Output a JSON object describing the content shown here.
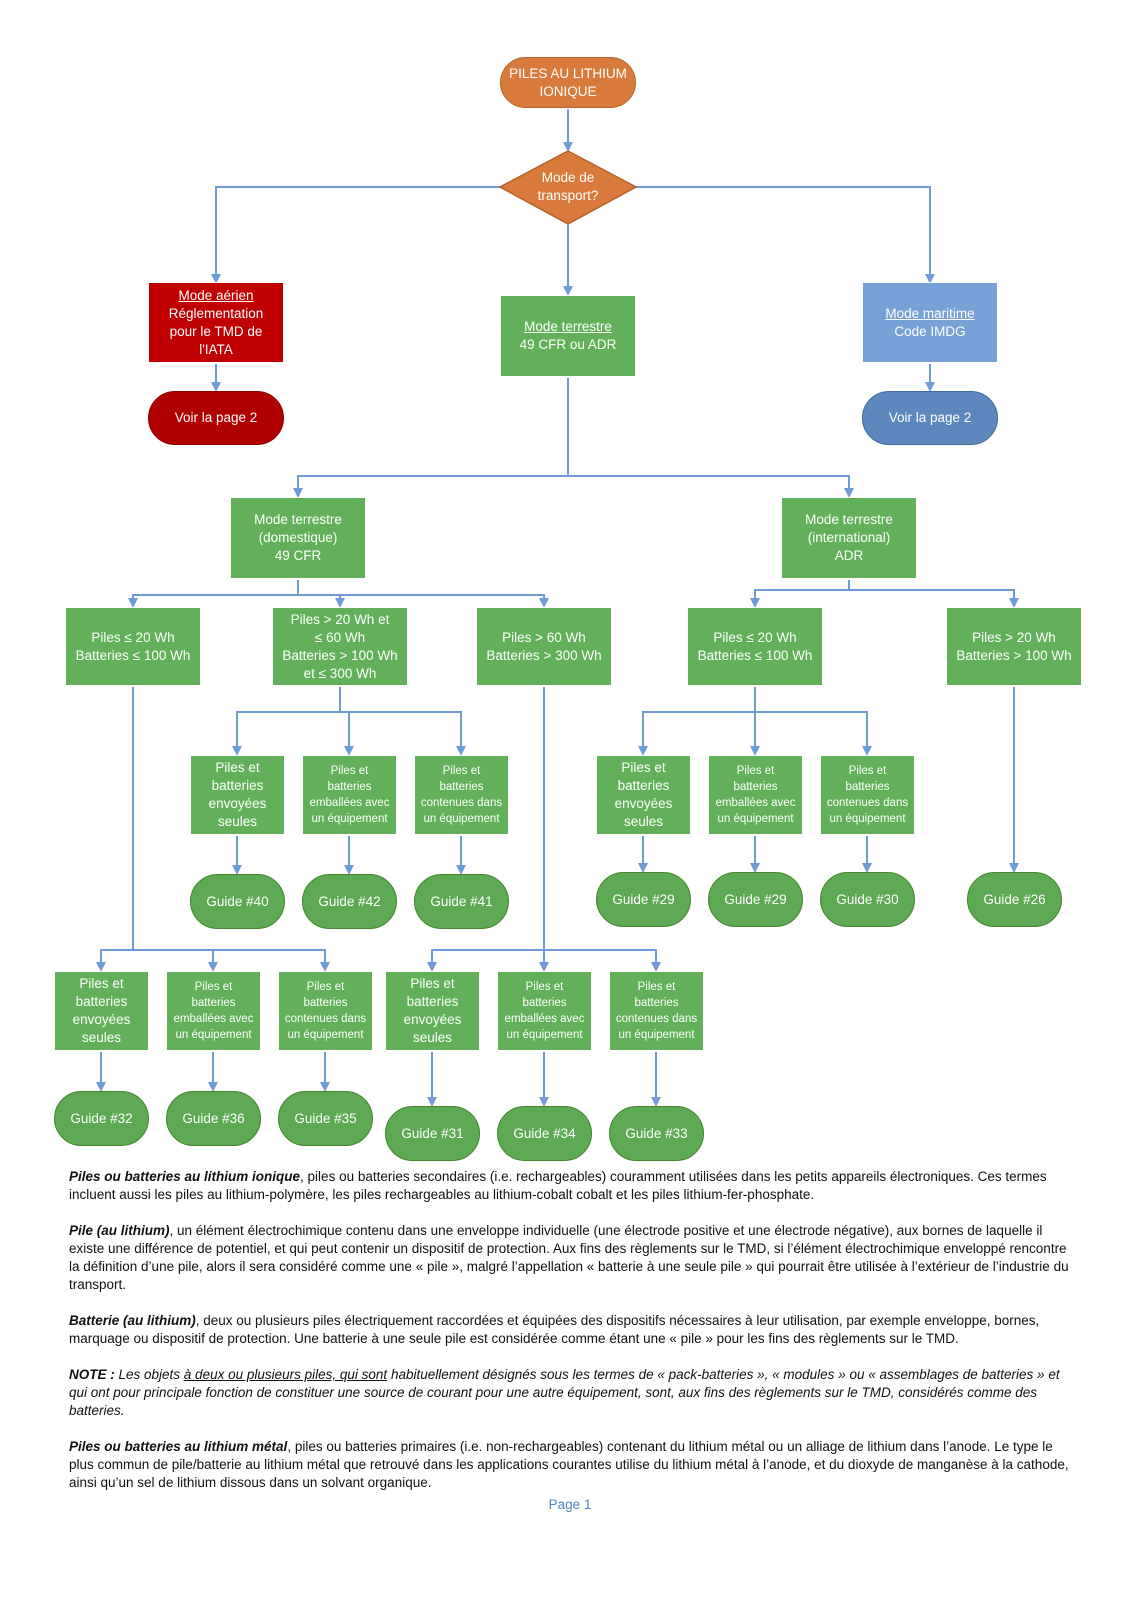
{
  "nodes": {
    "root": "PILES AU LITHIUM\nIONIQUE",
    "decision": "Mode de\ntransport?",
    "air_title": "Mode aérien",
    "air_body": "Réglementation\npour le TMD de\nl'IATA",
    "air_link": "Voir la page 2",
    "land_title": "Mode terrestre",
    "land_body": "49 CFR ou ADR",
    "sea_title": "Mode maritime",
    "sea_body": "Code IMDG",
    "sea_link": "Voir la page 2",
    "dom": "Mode terrestre\n(domestique)\n49 CFR",
    "intl": "Mode terrestre\n(international)\nADR",
    "d_small": "Piles ≤ 20 Wh\nBatteries ≤ 100 Wh",
    "d_mid": "Piles > 20 Wh et\n≤ 60 Wh\nBatteries  > 100 Wh\net ≤ 300 Wh",
    "d_large": "Piles > 60 Wh\nBatteries > 300 Wh",
    "i_small": "Piles ≤ 20 Wh\nBatteries ≤ 100 Wh",
    "i_large": "Piles > 20 Wh\nBatteries > 100 Wh",
    "alone": "Piles et\nbatteries\nenvoyées\nseules",
    "packed": "Piles et\nbatteries\nemballées avec\nun équipement",
    "contained": "Piles et\nbatteries\ncontenues dans\nun équipement",
    "g40": "Guide #40",
    "g42": "Guide #42",
    "g41": "Guide #41",
    "g29a": "Guide #29",
    "g29b": "Guide #29",
    "g30": "Guide #30",
    "g26": "Guide #26",
    "g32": "Guide #32",
    "g36": "Guide #36",
    "g35": "Guide #35",
    "g31": "Guide #31",
    "g34": "Guide #34",
    "g33": "Guide #33"
  },
  "definitions": {
    "p1_term": "Piles ou batteries au lithium ionique",
    "p1_text": ", piles ou batteries secondaires (i.e. rechargeables) couramment utilisées dans les petits appareils électroniques. Ces termes incluent aussi les piles au lithium-polymère, les piles rechargeables au lithium-cobalt cobalt et les piles lithium-fer-phosphate.",
    "p2_term": "Pile (au lithium)",
    "p2_text": ", un élément électrochimique contenu dans une enveloppe individuelle (une électrode positive et une électrode négative), aux bornes de laquelle il existe une différence de potentiel, et qui peut contenir un dispositif de protection. Aux fins des règlements sur le TMD, si l’élément électrochimique enveloppé rencontre la définition d’une pile, alors il sera considéré comme une « pile », malgré l’appellation « batterie à une seule pile » qui pourrait être utilisée à l’extérieur de l’industrie du transport.",
    "p3_term": "Batterie (au lithium)",
    "p3_text": ", deux ou plusieurs piles électriquement raccordées et équipées des dispositifs nécessaires à leur utilisation, par exemple enveloppe, bornes, marquage ou dispositif de protection. Une batterie à une seule pile est considérée comme étant une « pile » pour les fins des règlements sur le TMD.",
    "note_label": "NOTE :",
    "note_a": " Les objets ",
    "note_u": "à deux ou plusieurs piles, qui sont",
    "note_b": " habituellement désignés sous les termes de « pack-batteries », « modules » ou « assemblages de batteries » et qui ont pour principale fonction de constituer une source de courant pour une autre équipement, sont, aux fins des règlements sur le TMD, considérés comme des batteries.",
    "p5_term": "Piles ou batteries au lithium métal",
    "p5_text": ", piles ou batteries primaires (i.e. non-rechargeables) contenant du lithium métal ou un alliage de lithium dans l’anode. Le type le plus commun de pile/batterie au lithium métal que retrouvé dans les applications courantes utilise du lithium métal à l’anode, et du dioxyde de manganèse à la cathode, ainsi qu’un sel de lithium dissous dans un solvant organique."
  },
  "page_label": "Page 1",
  "colors": {
    "green": "#62b15a",
    "red": "#c00000",
    "blue": "#76a0d6",
    "orange": "#d87a3b",
    "connector": "#6f9bd6"
  }
}
